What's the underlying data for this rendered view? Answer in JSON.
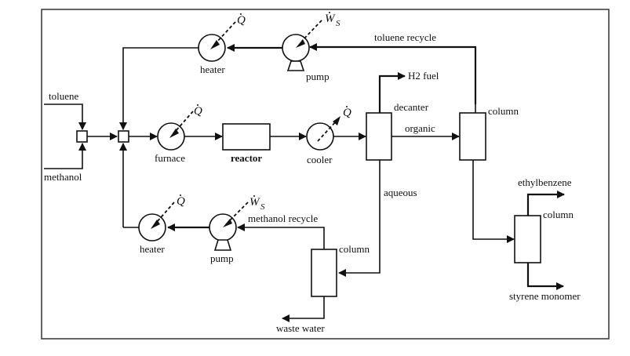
{
  "diagram": {
    "type": "process-flow-diagram",
    "title": "",
    "feeds": {
      "toluene": "toluene",
      "methanol": "methanol"
    },
    "units": {
      "furnace": "furnace",
      "reactor": "reactor",
      "cooler": "cooler",
      "decanter": "decanter",
      "column_toluene": "column",
      "column_methanol": "column",
      "column_product": "column",
      "heater_top": "heater",
      "pump_top": "pump",
      "heater_bottom": "heater",
      "pump_bottom": "pump"
    },
    "streams": {
      "toluene_recycle": "toluene recycle",
      "methanol_recycle": "methanol recycle",
      "h2_fuel": "H2 fuel",
      "organic": "organic",
      "aqueous": "aqueous",
      "waste_water": "waste water",
      "ethylbenzene": "ethylbenzene",
      "styrene_monomer": "styrene monomer"
    },
    "symbols": {
      "heat": "Q",
      "work": "W",
      "work_sub": "S"
    }
  }
}
